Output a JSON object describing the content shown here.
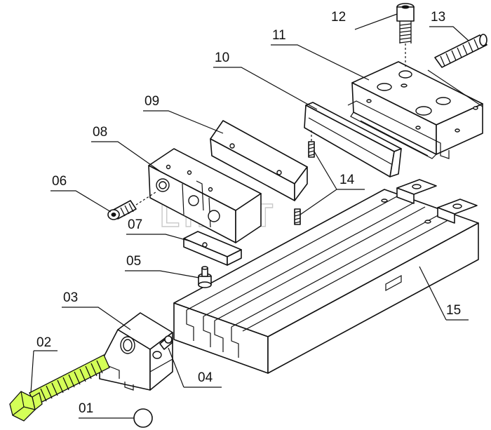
{
  "labels": {
    "p01": "01",
    "p02": "02",
    "p03": "03",
    "p04": "04",
    "p05": "05",
    "p06": "06",
    "p07": "07",
    "p08": "08",
    "p09": "09",
    "p10": "10",
    "p11": "11",
    "p12": "12",
    "p13": "13",
    "p14": "14",
    "p15": "15"
  },
  "watermark": "LIMAT",
  "colors": {
    "highlight": "#d4ff57",
    "line": "#111111",
    "background": "#ffffff"
  }
}
